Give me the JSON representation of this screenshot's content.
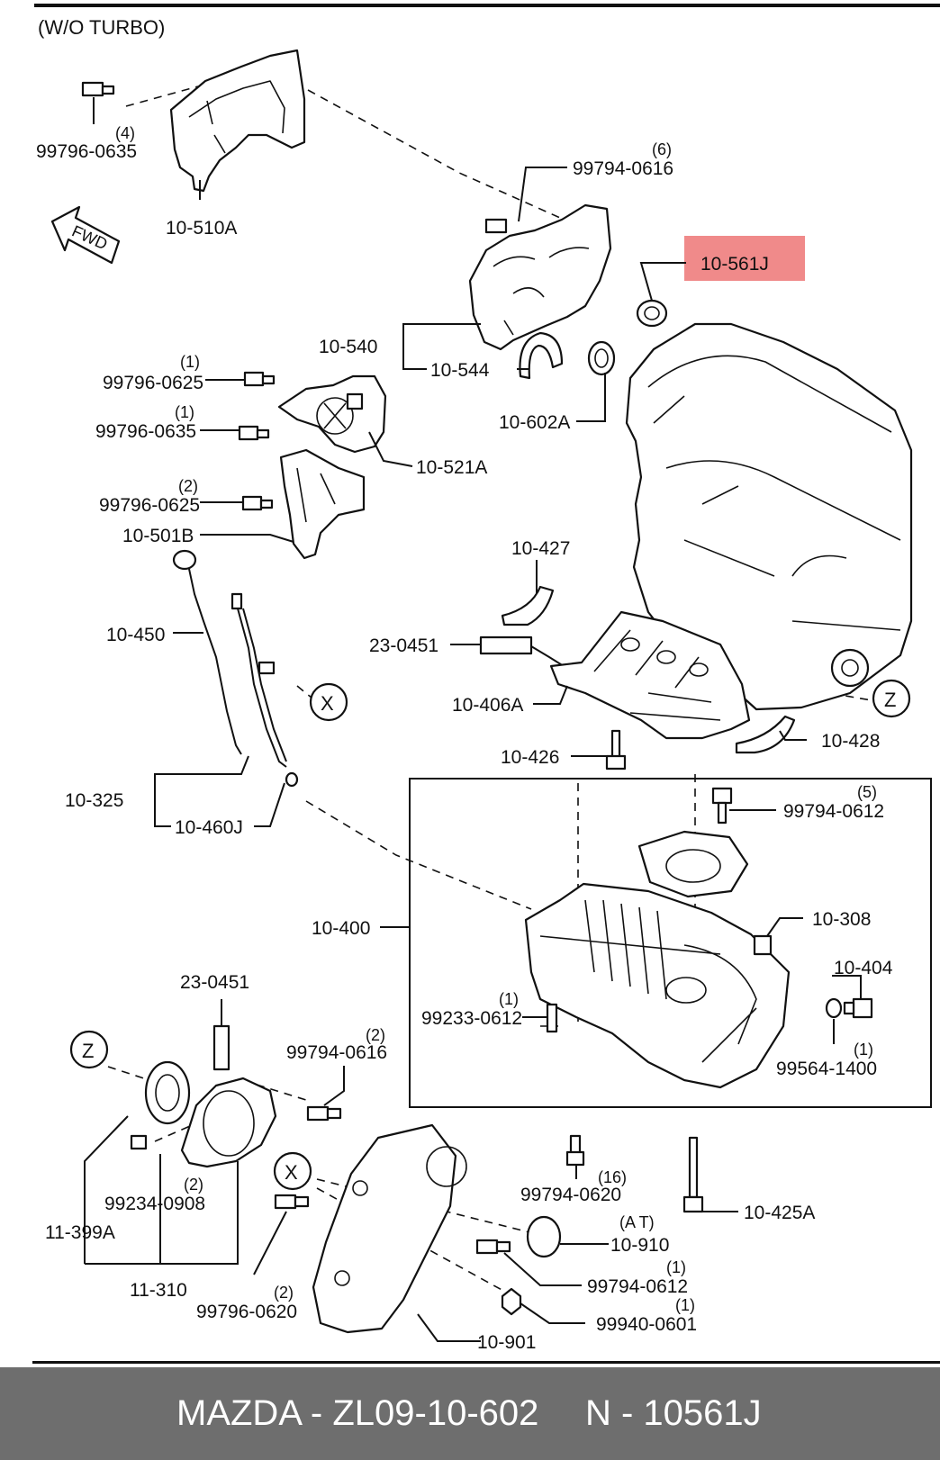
{
  "header": {
    "variant": "(W/O TURBO)"
  },
  "fwd_arrow": {
    "label": "FWD"
  },
  "callouts": {
    "x_top": "X",
    "x_bot": "X",
    "z_right": "Z",
    "z_left": "Z"
  },
  "highlight_color": "#f08a8a",
  "parts": [
    {
      "id": "99796-0635",
      "qty": "(4)"
    },
    {
      "id": "10-510A"
    },
    {
      "id": "99794-0616",
      "qty": "(6)"
    },
    {
      "id": "10-561J",
      "highlighted": true
    },
    {
      "id": "10-540"
    },
    {
      "id": "10-544"
    },
    {
      "id": "10-602A"
    },
    {
      "id": "99796-0625",
      "qty": "(1)"
    },
    {
      "id": "99796-0635",
      "qty": "(1)"
    },
    {
      "id": "10-521A"
    },
    {
      "id": "99796-0625",
      "qty": "(2)"
    },
    {
      "id": "10-501B"
    },
    {
      "id": "10-427"
    },
    {
      "id": "10-450"
    },
    {
      "id": "23-0451"
    },
    {
      "id": "10-406A"
    },
    {
      "id": "10-426"
    },
    {
      "id": "10-428"
    },
    {
      "id": "10-325"
    },
    {
      "id": "10-460J"
    },
    {
      "id": "99794-0612",
      "qty": "(5)"
    },
    {
      "id": "10-400"
    },
    {
      "id": "10-308"
    },
    {
      "id": "10-404"
    },
    {
      "id": "99233-0612",
      "qty": "(1)"
    },
    {
      "id": "99564-1400",
      "qty": "(1)"
    },
    {
      "id": "23-0451"
    },
    {
      "id": "99794-0616",
      "qty": "(2)"
    },
    {
      "id": "99234-0908",
      "qty": "(2)"
    },
    {
      "id": "11-399A"
    },
    {
      "id": "11-310"
    },
    {
      "id": "99796-0620",
      "qty": "(2)"
    },
    {
      "id": "99794-0620",
      "qty": "(16)"
    },
    {
      "id": "10-425A"
    },
    {
      "id": "10-910",
      "qty": "(A T)"
    },
    {
      "id": "99794-0612",
      "qty": "(1)"
    },
    {
      "id": "99940-0601",
      "qty": "(1)"
    },
    {
      "id": "10-901"
    }
  ],
  "footer": {
    "brand_part": "MAZDA - ZL09-10-602",
    "ref_part": "N - 10561J"
  }
}
